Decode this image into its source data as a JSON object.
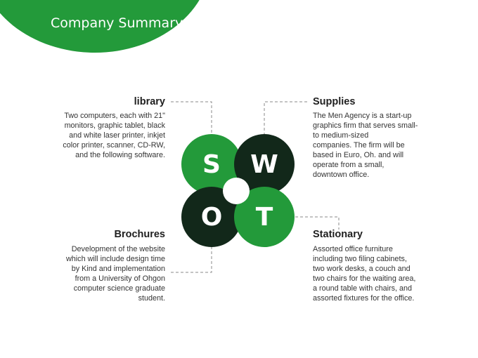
{
  "title": "Company Summary",
  "colors": {
    "green": "#239a3a",
    "dark": "#12281a"
  },
  "swot": {
    "s": {
      "letter": "S"
    },
    "w": {
      "letter": "W"
    },
    "o": {
      "letter": "O"
    },
    "t": {
      "letter": "T"
    }
  },
  "sections": {
    "library": {
      "heading": "library",
      "lines": [
        "Two computers, each with 21\"",
        "monitors, graphic tablet, black",
        "and white laser printer, inkjet",
        "color printer, scanner, CD-RW,",
        "and the following software."
      ]
    },
    "supplies": {
      "heading": "Supplies",
      "lines": [
        "The Men Agency is a start-up",
        "graphics firm that serves small-",
        "to medium-sized",
        "companies. The firm will be",
        "based in Euro, Oh. and will",
        "operate from a small,",
        "downtown office."
      ]
    },
    "brochures": {
      "heading": "Brochures",
      "lines": [
        "Development of the website",
        "which will include design time",
        "by Kind and implementation",
        "from a University of Ohgon",
        "computer science graduate",
        "student."
      ]
    },
    "stationary": {
      "heading": "Stationary",
      "lines": [
        "Assorted office furniture",
        "including two filing cabinets,",
        "two work desks, a couch and",
        "two chairs for the waiting area,",
        "a round table with chairs, and",
        "assorted fixtures for the office."
      ]
    }
  }
}
